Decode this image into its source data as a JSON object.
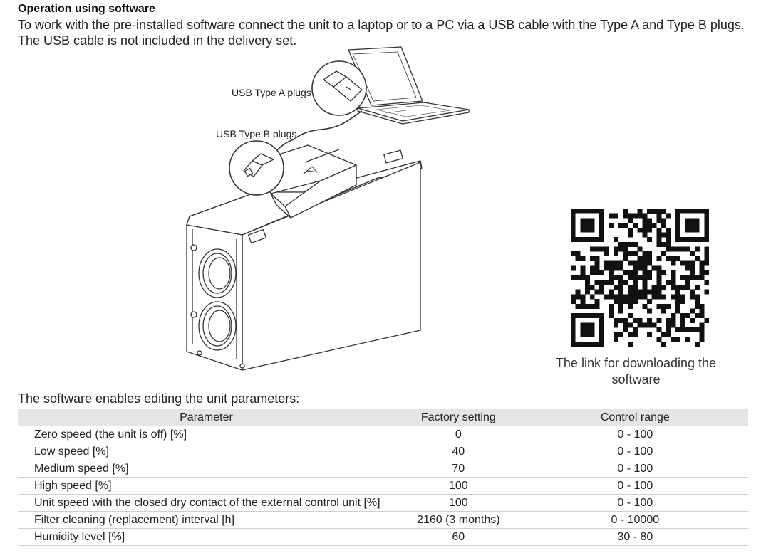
{
  "section": {
    "title": "Operation using software",
    "intro_lines": [
      "To work with the pre-installed software connect the unit to a laptop or to a PC via a USB cable with the Type A and Type B plugs.",
      "The USB cable is not included in the delivery set."
    ]
  },
  "figure": {
    "callout_a": "USB Type A plugs",
    "callout_b": "USB Type B plugs"
  },
  "qr": {
    "caption_lines": [
      "The link for downloading the",
      "software"
    ]
  },
  "table": {
    "intro": "The software enables editing the unit parameters:",
    "headers": [
      "Parameter",
      "Factory setting",
      "Control range"
    ],
    "rows": [
      [
        "Zero speed (the unit is off) [%]",
        "0",
        "0 - 100"
      ],
      [
        "Low speed [%]",
        "40",
        "0 - 100"
      ],
      [
        "Medium speed [%]",
        "70",
        "0 - 100"
      ],
      [
        "High speed [%]",
        "100",
        "0 - 100"
      ],
      [
        "Unit speed with the closed dry contact of the external control unit [%]",
        "100",
        "0 - 100"
      ],
      [
        "Filter cleaning (replacement) interval [h]",
        "2160 (3 months)",
        "0 - 10000"
      ],
      [
        "Humidity level [%]",
        "60",
        "30 - 80"
      ]
    ]
  }
}
